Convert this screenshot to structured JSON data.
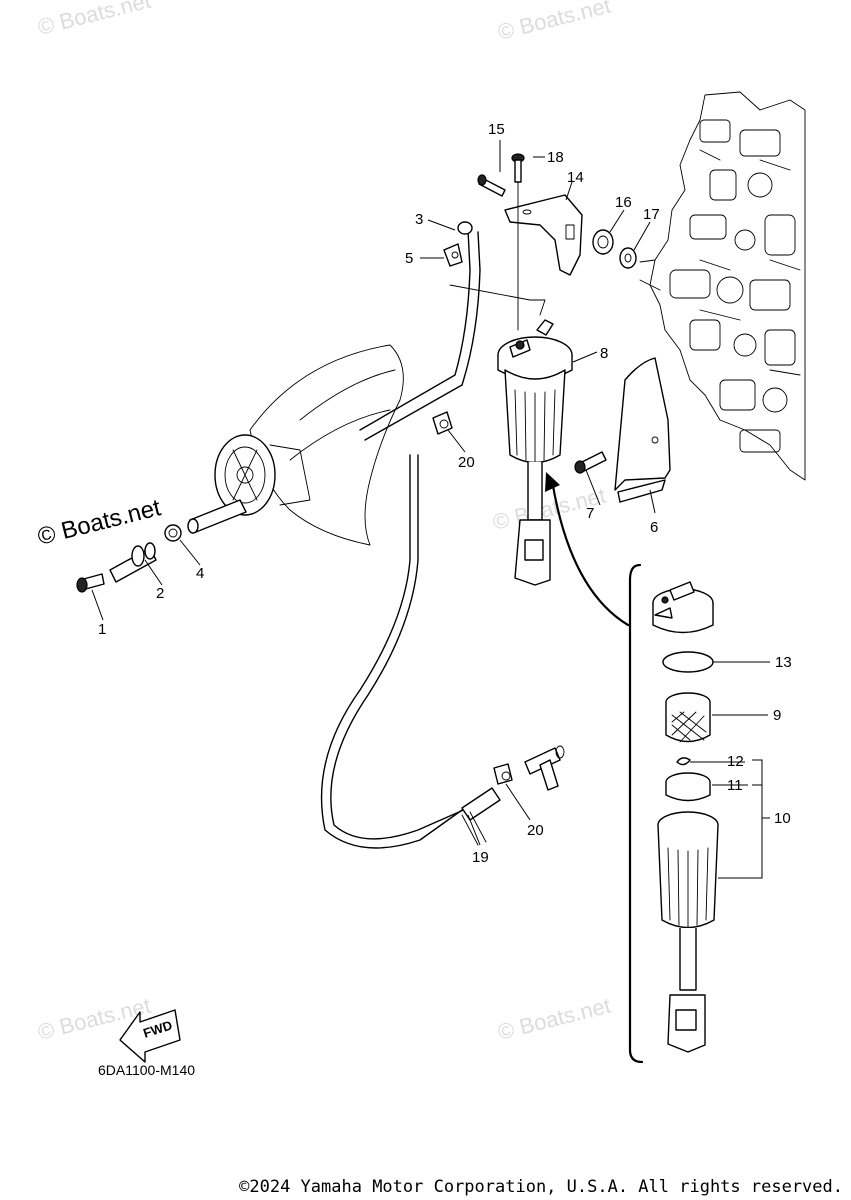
{
  "watermark": {
    "text": "Boats.net",
    "symbol": "©"
  },
  "callouts": [
    "1",
    "2",
    "3",
    "4",
    "5",
    "6",
    "7",
    "8",
    "9",
    "10",
    "11",
    "12",
    "13",
    "14",
    "15",
    "16",
    "17",
    "18",
    "19",
    "20",
    "20"
  ],
  "direction": {
    "label": "FWD"
  },
  "diagram_code": "6DA1100-M140",
  "copyright": "©2024 Yamaha Motor Corporation, U.S.A. All rights reserved."
}
